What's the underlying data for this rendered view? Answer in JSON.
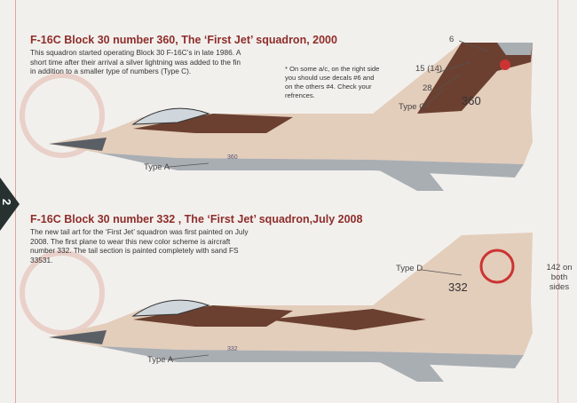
{
  "page_number": "2",
  "sections": [
    {
      "title": "F-16C  Block 30 number 360, The ‘First Jet’ squadron, 2000",
      "text": "This squadron started operating Block 30 F-16C’s in late 1986. A short time after their arrival a silver lightning was added to the fin in addition to a smaller type of numbers (Type C).",
      "note": "* On some a/c, on the right side you should use decals #6 and on the others #4. Check your refrences.",
      "callouts": {
        "c6": "6",
        "c15": "15 (14)",
        "c28": "28",
        "typeC": "Type C",
        "typeA": "Type A"
      },
      "tail_number": "360",
      "fuselage_number": "360"
    },
    {
      "title": "F-16C Block 30 number 332 , The ‘First Jet’ squadron,July 2008",
      "text": "The new tail art for the ‘First Jet’ squadron was first painted on July 2008. The first plane to wear this new color scheme is aircraft number 332. The tail section is painted completely with sand FS 33531.",
      "callouts": {
        "typeD": "Type D",
        "c142": "142 on both sides",
        "typeA": "Type A"
      },
      "tail_number": "332",
      "fuselage_number": "332"
    }
  ],
  "colors": {
    "heading": "#8e2d2a",
    "brown": "#6b4030",
    "sand": "#e3cdbb",
    "grey": "#a9aeb3"
  }
}
